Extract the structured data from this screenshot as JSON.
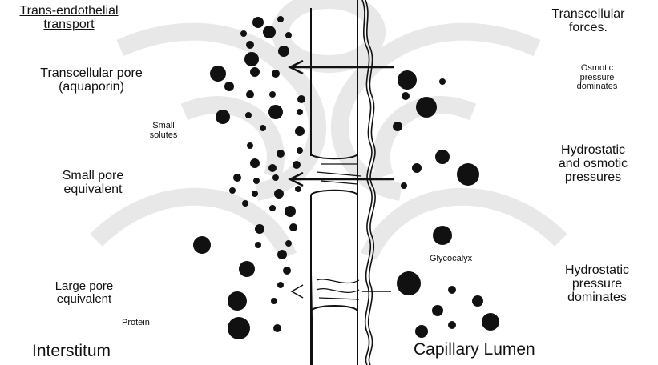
{
  "labels": {
    "trans_endothelial": [
      "Trans-endothelial",
      "transport"
    ],
    "transcellular_pore": [
      "Transcellular pore",
      "(aquaporin)"
    ],
    "small_solutes": [
      "Small",
      "solutes"
    ],
    "small_pore": [
      "Small pore",
      "equivalent"
    ],
    "large_pore": [
      "Large pore",
      "equivalent"
    ],
    "protein": "Protein",
    "interstitum": "Interstitum",
    "transcellular_forces": [
      "Transcellular",
      "forces."
    ],
    "osmotic_dominates": [
      "Osmotic",
      "pressure",
      "dominates"
    ],
    "hydrostatic_osmotic": [
      "Hydrostatic",
      "and osmotic",
      "pressures"
    ],
    "glycocalyx": "Glycocalyx",
    "hydrostatic_dominates": [
      "Hydrostatic",
      "pressure",
      "dominates"
    ],
    "capillary_lumen": "Capillary Lumen"
  },
  "colors": {
    "ink": "#111111",
    "watermark": "#c9c9c9",
    "background": "#ffffff"
  }
}
